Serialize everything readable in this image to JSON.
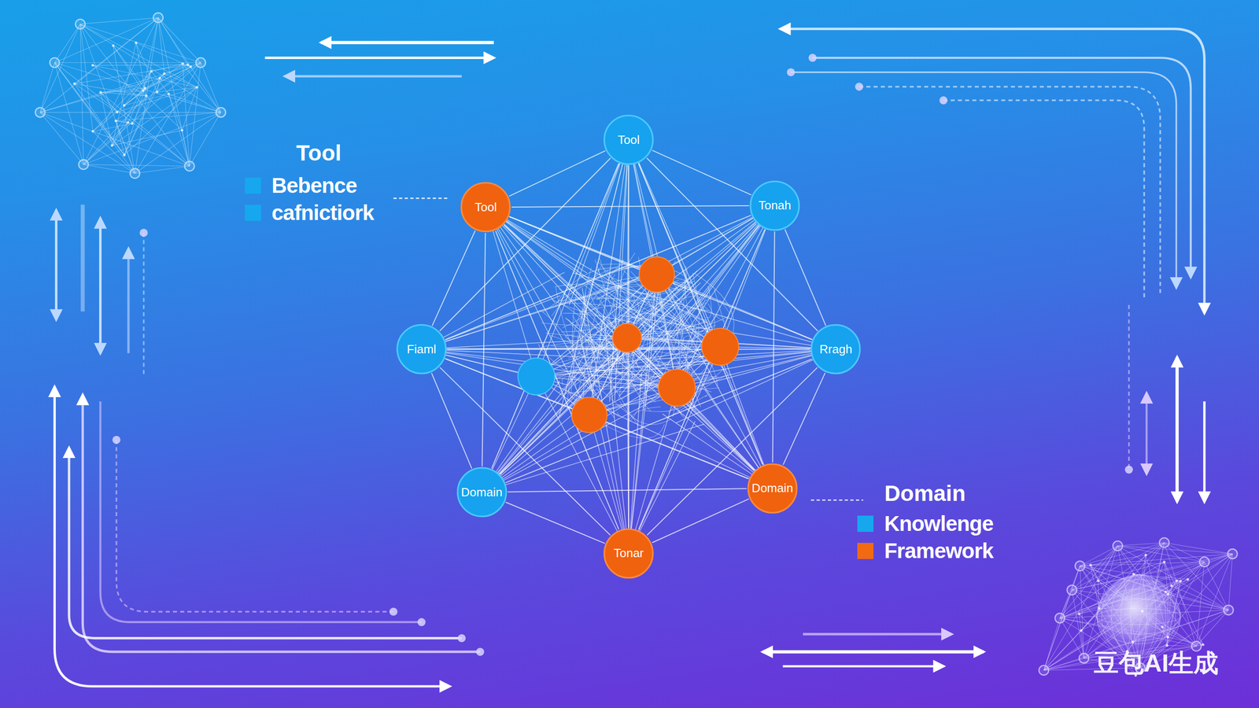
{
  "diagram": {
    "nodes": [
      {
        "text": [
          "Tool"
        ]
      },
      {
        "text": [
          "Tool"
        ]
      },
      {
        "text": [
          "Tonah"
        ]
      },
      {
        "text": [
          "Fiaml"
        ]
      },
      {
        "text": [
          "Rragh"
        ]
      },
      {
        "text": [
          "Domain"
        ]
      },
      {
        "text": [
          "Domain"
        ]
      },
      {
        "text": [
          "Tonar"
        ]
      }
    ],
    "edges": [
      {
        "from": 0,
        "to": 1,
        "arrow": "none"
      },
      {
        "from": 0,
        "to": 2,
        "arrow": "none"
      },
      {
        "from": 0,
        "to": 3,
        "arrow": "none"
      },
      {
        "from": 0,
        "to": 4,
        "arrow": "none"
      },
      {
        "from": 0,
        "to": 5,
        "arrow": "none"
      },
      {
        "from": 0,
        "to": 6,
        "arrow": "none"
      },
      {
        "from": 0,
        "to": 7,
        "arrow": "none"
      },
      {
        "from": 1,
        "to": 2,
        "arrow": "none"
      },
      {
        "from": 1,
        "to": 3,
        "arrow": "none"
      },
      {
        "from": 1,
        "to": 4,
        "arrow": "none"
      },
      {
        "from": 1,
        "to": 5,
        "arrow": "none"
      },
      {
        "from": 1,
        "to": 6,
        "arrow": "none"
      },
      {
        "from": 1,
        "to": 7,
        "arrow": "none"
      },
      {
        "from": 2,
        "to": 3,
        "arrow": "none"
      },
      {
        "from": 2,
        "to": 4,
        "arrow": "none"
      },
      {
        "from": 2,
        "to": 5,
        "arrow": "none"
      },
      {
        "from": 2,
        "to": 6,
        "arrow": "none"
      },
      {
        "from": 2,
        "to": 7,
        "arrow": "none"
      },
      {
        "from": 3,
        "to": 4,
        "arrow": "none"
      },
      {
        "from": 3,
        "to": 5,
        "arrow": "none"
      },
      {
        "from": 3,
        "to": 6,
        "arrow": "none"
      },
      {
        "from": 3,
        "to": 7,
        "arrow": "none"
      },
      {
        "from": 4,
        "to": 5,
        "arrow": "none"
      },
      {
        "from": 4,
        "to": 6,
        "arrow": "none"
      },
      {
        "from": 4,
        "to": 7,
        "arrow": "none"
      },
      {
        "from": 5,
        "to": 6,
        "arrow": "none"
      },
      {
        "from": 5,
        "to": 7,
        "arrow": "none"
      },
      {
        "from": 6,
        "to": 7,
        "arrow": "none"
      }
    ],
    "labels": [
      "Tool",
      "Domain",
      "豆包AI生成"
    ],
    "legend": [
      {
        "text": "Bebence",
        "color": "#17a7ef"
      },
      {
        "text": "cafnictiork",
        "color": "#17a7ef"
      },
      {
        "text": "Knowlenge",
        "color": "#17a7ef"
      },
      {
        "text": "Framework",
        "color": "#f26a12"
      }
    ]
  }
}
